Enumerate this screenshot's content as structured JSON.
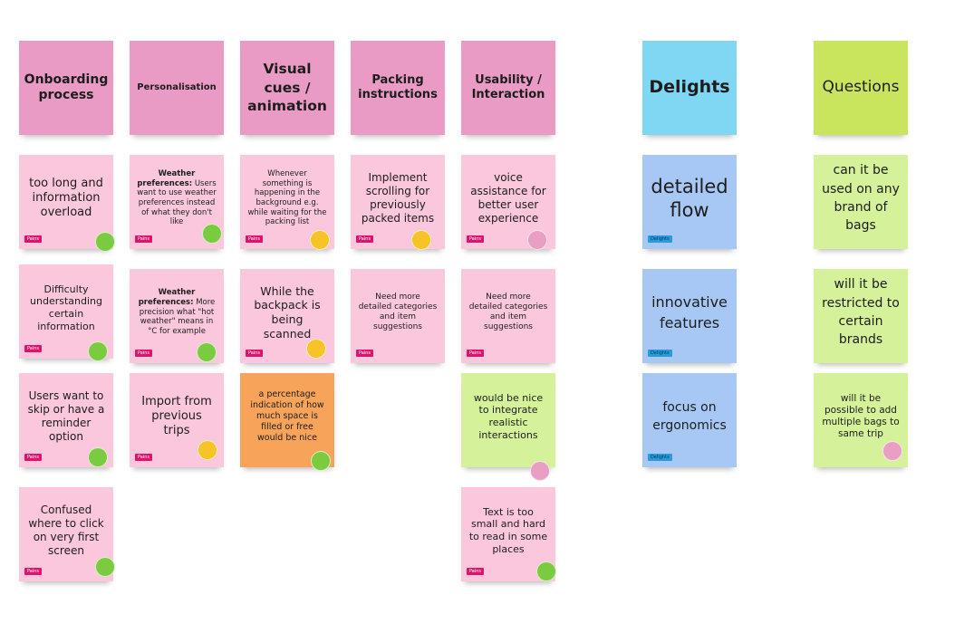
{
  "colors": {
    "header_pink": "#ea9bc5",
    "note_pink": "#fbc7dc",
    "note_orange": "#f8a35a",
    "note_green": "#d5f199",
    "header_green": "#c9e55e",
    "note_blue": "#a7c8f5",
    "header_cyan": "#80d7f4",
    "dot_green": "#7acb3f",
    "dot_yellow": "#f6c427",
    "dot_pink": "#e89fc3",
    "tag_pains": "#e0126c",
    "tag_delights": "#2a9ad8"
  },
  "headers": {
    "onboarding": "Onboarding process",
    "personalisation": "Personalisation",
    "visual_cues": "Visual cues / animation",
    "packing": "Packing instructions",
    "usability": "Usability / Interaction",
    "delights": "Delights",
    "questions": "Questions"
  },
  "tags": {
    "pains": "Pains",
    "delights": "Delights"
  },
  "notes": {
    "onb_1": "too long and information overload",
    "onb_2": "Difficulty understanding certain information",
    "onb_3": "Users want to skip or have a reminder option",
    "onb_4": "Confused where to click on very first screen",
    "pers_1_bold": "Weather preferences:",
    "pers_1_rest": " Users want to use weather preferences instead of what they don't like",
    "pers_2_bold": "Weather preferences:",
    "pers_2_rest": " More precision what \"hot weather\" means in °C for example",
    "pers_3": "Import from previous trips",
    "vis_1": "Whenever something is happening in the background e.g. while waiting for the packing list",
    "vis_2": "While the backpack is being scanned",
    "vis_3": "a percentage indication of how much space is filled or free would be nice",
    "pack_1": "Implement scrolling for previously packed items",
    "pack_2": "Need more detailed categories and item suggestions",
    "use_1": "voice assistance for better user experience",
    "use_2": "Need more detailed categories and item suggestions",
    "use_3": "would be nice to integrate realistic interactions",
    "use_4": "Text is too small and hard to read in some places",
    "del_1": "detailed flow",
    "del_2": "innovative features",
    "del_3": "focus on ergonomics",
    "q_1": "can it be used on any brand of bags",
    "q_2": "will it be restricted to certain brands",
    "q_3": "will it be possible to add multiple bags to same trip"
  }
}
